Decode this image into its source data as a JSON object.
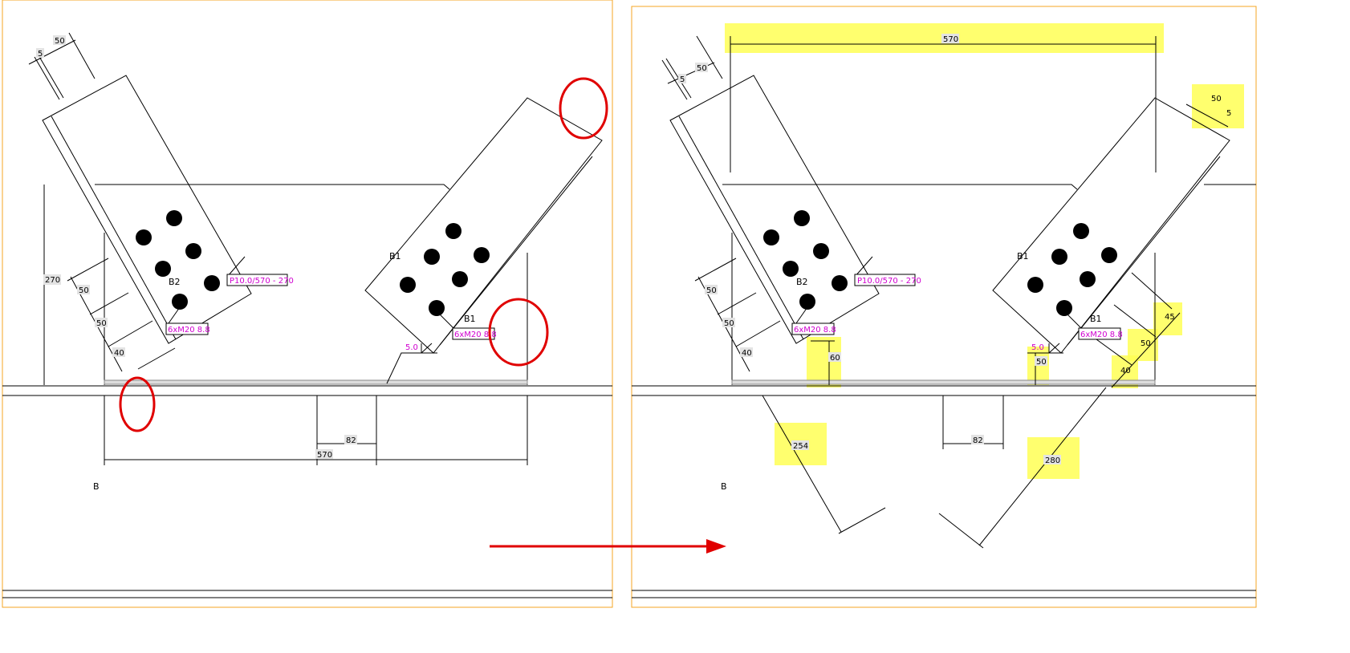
{
  "left_view": {
    "dims": {
      "flange_width": "50",
      "flange_thk": "5",
      "height": "270",
      "pitch1": "50",
      "pitch2": "50",
      "edge": "40",
      "gap": "82",
      "length": "570"
    },
    "labels": {
      "section": "B",
      "beam_left": "B2",
      "beam_right": "B1",
      "beam_right_2": "B1",
      "plate": "P10.0/570 - 270",
      "bolts_left": "6xM20 8.8",
      "bolts_right": "6xM20 8.8",
      "weld": "5.0"
    }
  },
  "right_view": {
    "dims": {
      "flange_width": "50",
      "flange_thk": "5",
      "pitch1": "50",
      "pitch2": "50",
      "edge": "40",
      "gap": "82",
      "top_length": "570",
      "tr_width": "50",
      "tr_thk": "5",
      "vert_60": "60",
      "vert_50": "50",
      "d45": "45",
      "d50": "50",
      "d40": "40",
      "d254": "254",
      "d280": "280"
    },
    "labels": {
      "section": "B",
      "beam_left": "B2",
      "beam_right": "B1",
      "beam_right_2": "B1",
      "plate": "P10.0/570 - 270",
      "bolts_left": "6xM20 8.8",
      "bolts_right": "6xM20 8.8",
      "weld": "5.0"
    }
  },
  "colors": {
    "frame": "#f5a623",
    "highlight": "#ffff55",
    "markup": "#e00000",
    "annotation": "#d000d0"
  }
}
